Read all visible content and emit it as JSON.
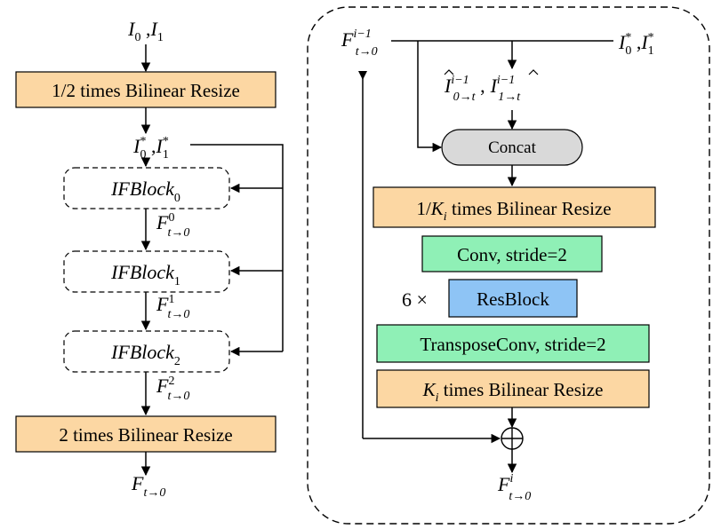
{
  "colors": {
    "resize_box": "#fcd7a3",
    "conv_box": "#8ff0b6",
    "resblock_box": "#8ec4f5",
    "concat_box": "#d9d9d9"
  },
  "left": {
    "input_a": "I",
    "input_a_sub": "0",
    "input_sep": " ,",
    "input_b": "I",
    "input_b_sub": "1",
    "resize_half": "1/2 times Bilinear Resize",
    "star_a": "I",
    "star_a_sup": "*",
    "star_a_sub": "0",
    "star_sep": " ,",
    "star_b": "I",
    "star_b_sup": "*",
    "star_b_sub": "1",
    "ifblocks": [
      {
        "name": "IFBlock",
        "sub": "0"
      },
      {
        "name": "IFBlock",
        "sub": "1"
      },
      {
        "name": "IFBlock",
        "sub": "2"
      }
    ],
    "flows": [
      {
        "base": "F",
        "sup": "0",
        "sub": "t→0"
      },
      {
        "base": "F",
        "sup": "1",
        "sub": "t→0"
      },
      {
        "base": "F",
        "sup": "2",
        "sub": "t→0"
      }
    ],
    "resize_double": "2 times Bilinear Resize",
    "output_base": "F",
    "output_sub": "t→0"
  },
  "right": {
    "flow_in_base": "F",
    "flow_in_sup": "i−1",
    "flow_in_sub": "t→0",
    "star_a": "I",
    "star_a_sup": "*",
    "star_a_sub": "0",
    "star_sep": " ,",
    "star_b": "I",
    "star_b_sup": "*",
    "star_b_sub": "1",
    "warp_a_base": "I",
    "warp_a_sup": "i−1",
    "warp_a_sub": "0→t",
    "warp_sep": " ,",
    "warp_b_base": "I",
    "warp_b_sup": "i−1",
    "warp_b_sub": "1→t",
    "concat": "Concat",
    "resize_k_prefix": "1/",
    "resize_k_var": "K",
    "resize_k_var_sub": "i",
    "resize_k_suffix": " times Bilinear Resize",
    "conv": "Conv, stride=2",
    "repeat": "6 ×",
    "resblock": "ResBlock",
    "transpose": "TransposeConv, stride=2",
    "resize_ki_var": "K",
    "resize_ki_var_sub": "i",
    "resize_ki_suffix": " times Bilinear Resize",
    "flow_out_base": "F",
    "flow_out_sup": "i",
    "flow_out_sub": "t→0"
  }
}
